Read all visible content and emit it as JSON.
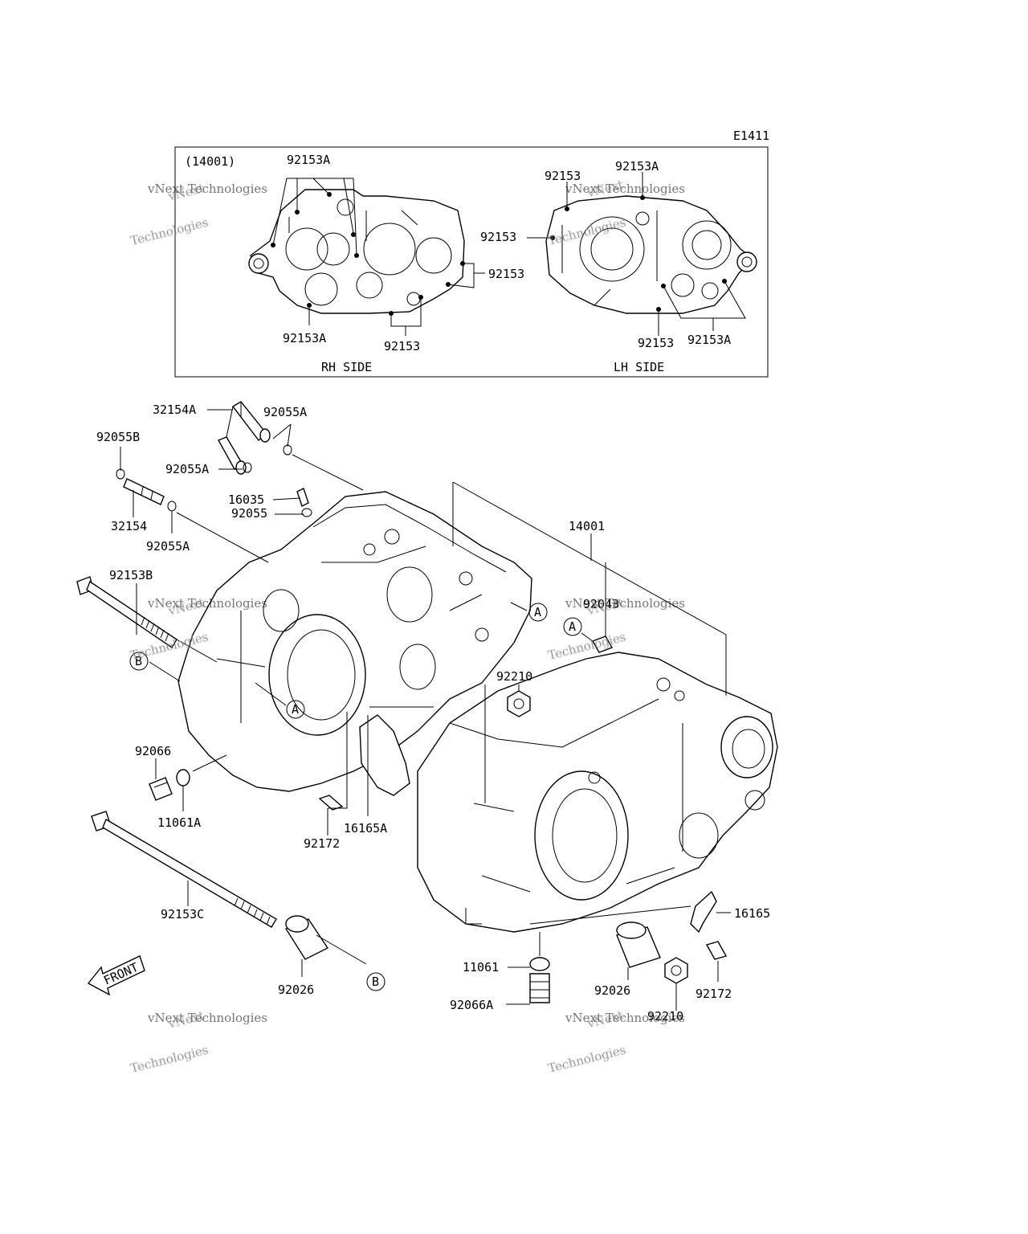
{
  "diagram_id": "E1411",
  "inset": {
    "group_ref": "(14001)",
    "rh_side_label": "RH SIDE",
    "lh_side_label": "LH SIDE",
    "rh_callouts": [
      "92153A",
      "92153",
      "92153A",
      "92153"
    ],
    "lh_callouts": [
      "92153A",
      "92153",
      "92153",
      "92153",
      "92153A"
    ]
  },
  "parts": {
    "p32154A": "32154A",
    "p92055A_a": "92055A",
    "p92055A_b": "92055A",
    "p92055B": "92055B",
    "p32154": "32154",
    "p92055A_c": "92055A",
    "p16035": "16035",
    "p92055": "92055",
    "p14001": "14001",
    "p92153B": "92153B",
    "p92043": "92043",
    "p92210_a": "92210",
    "p92066": "92066",
    "p11061A": "11061A",
    "p92172_a": "92172",
    "p16165A": "16165A",
    "p92153C": "92153C",
    "p92026_a": "92026",
    "p16165": "16165",
    "p11061": "11061",
    "p92026_b": "92026",
    "p92172_b": "92172",
    "p92066A": "92066A",
    "p92210_b": "92210"
  },
  "markers": {
    "a": "A",
    "b": "B"
  },
  "front_label": "FRONT",
  "watermark": {
    "line1": "vNext",
    "line2": "vNext Technologies",
    "line3": "Technologies"
  }
}
